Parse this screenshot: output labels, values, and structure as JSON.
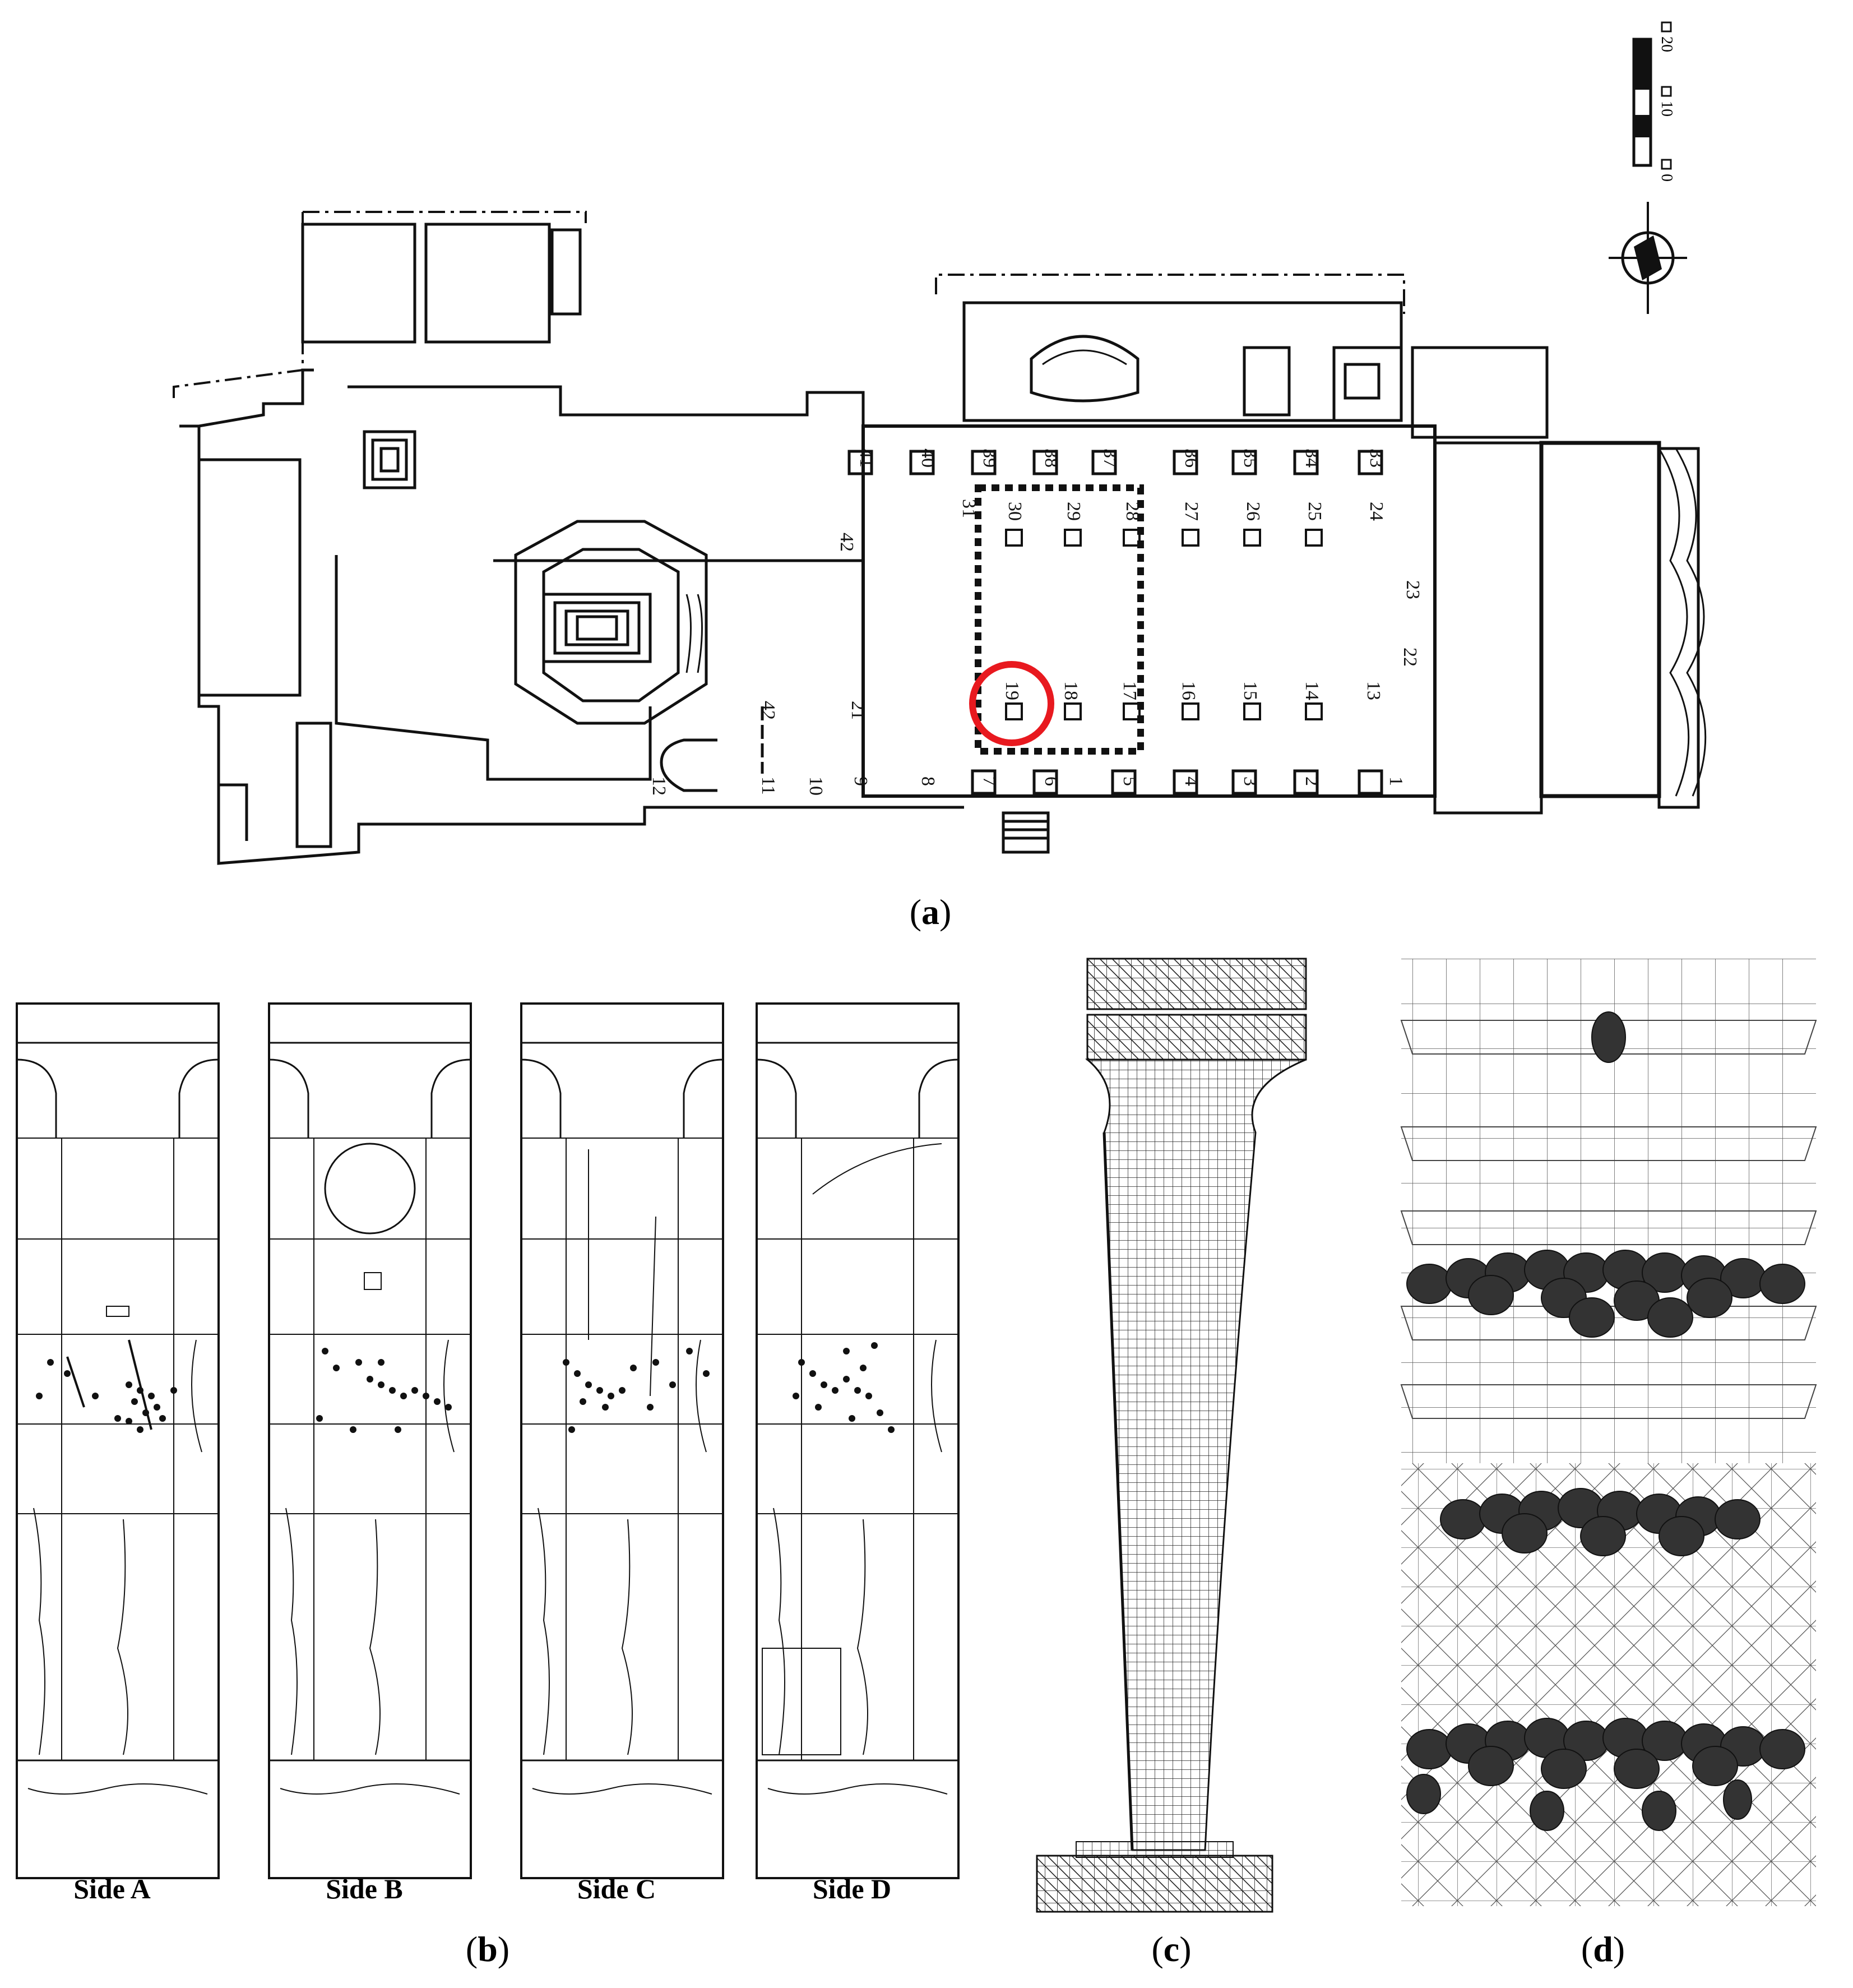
{
  "captions": {
    "a": "a",
    "b": "b",
    "c": "c",
    "d": "d"
  },
  "sides": [
    "Side A",
    "Side B",
    "Side C",
    "Side D"
  ],
  "plan": {
    "highlight_color": "#e8191f",
    "pillars_upper": [
      "41",
      "40",
      "39",
      "38",
      "37",
      "36",
      "35",
      "34",
      "33"
    ],
    "pillars_upper_inner": [
      "31",
      "30",
      "29",
      "28",
      "27",
      "26",
      "25",
      "24"
    ],
    "pillars_lower_inner": [
      "19",
      "18",
      "17",
      "16",
      "15",
      "14",
      "13"
    ],
    "pillars_lower": [
      "12",
      "11",
      "10",
      "9",
      "8",
      "7",
      "6",
      "5",
      "4",
      "3",
      "2",
      "1"
    ],
    "side_nums": [
      "42",
      "42",
      "21",
      "23",
      "22"
    ],
    "scale_labels": [
      "20",
      "10",
      "0"
    ],
    "highlighted_pillar": "19",
    "icons": [
      "north-arrow-icon",
      "scale-bar-icon"
    ]
  }
}
